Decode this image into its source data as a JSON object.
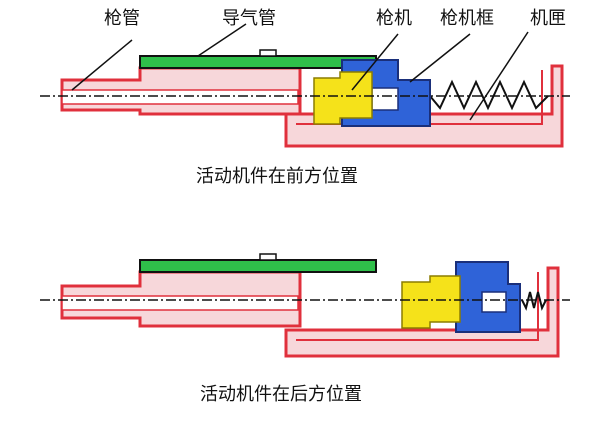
{
  "labels": {
    "barrel": "枪管",
    "gas_tube": "导气管",
    "bolt": "枪机",
    "bolt_carrier": "枪机框",
    "receiver": "机匣"
  },
  "captions": {
    "forward": "活动机件在前方位置",
    "rear": "活动机件在后方位置"
  },
  "colors": {
    "outline": "#e0303c",
    "gas_tube": "#2fbf4a",
    "bolt": "#f5e21a",
    "carrier": "#2f63d8",
    "ink": "#111111"
  }
}
